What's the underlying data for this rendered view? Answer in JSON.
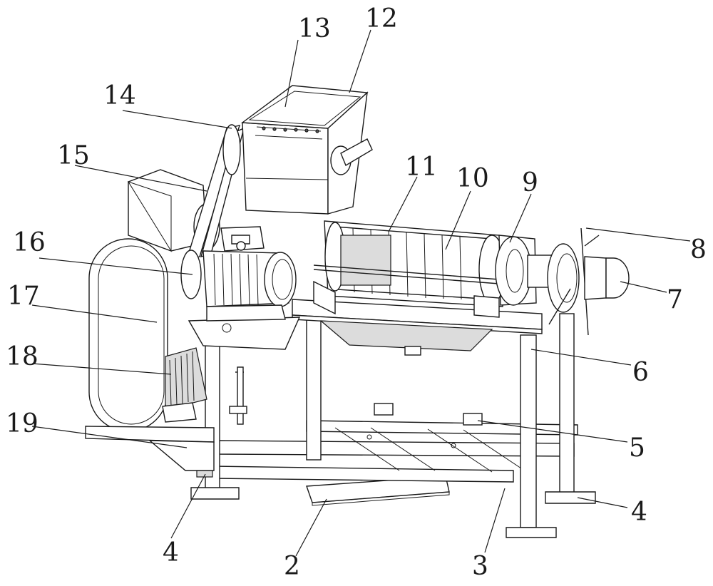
{
  "diagram": {
    "labels": [
      {
        "id": "l2",
        "text": "2"
      },
      {
        "id": "l3",
        "text": "3"
      },
      {
        "id": "l4a",
        "text": "4"
      },
      {
        "id": "l4b",
        "text": "4"
      },
      {
        "id": "l5",
        "text": "5"
      },
      {
        "id": "l6",
        "text": "6"
      },
      {
        "id": "l7",
        "text": "7"
      },
      {
        "id": "l8",
        "text": "8"
      },
      {
        "id": "l9",
        "text": "9"
      },
      {
        "id": "l10",
        "text": "10"
      },
      {
        "id": "l11",
        "text": "11"
      },
      {
        "id": "l12",
        "text": "12"
      },
      {
        "id": "l13",
        "text": "13"
      },
      {
        "id": "l14",
        "text": "14"
      },
      {
        "id": "l15",
        "text": "15"
      },
      {
        "id": "l16",
        "text": "16"
      },
      {
        "id": "l17",
        "text": "17"
      },
      {
        "id": "l18",
        "text": "18"
      },
      {
        "id": "l19",
        "text": "19"
      }
    ]
  }
}
